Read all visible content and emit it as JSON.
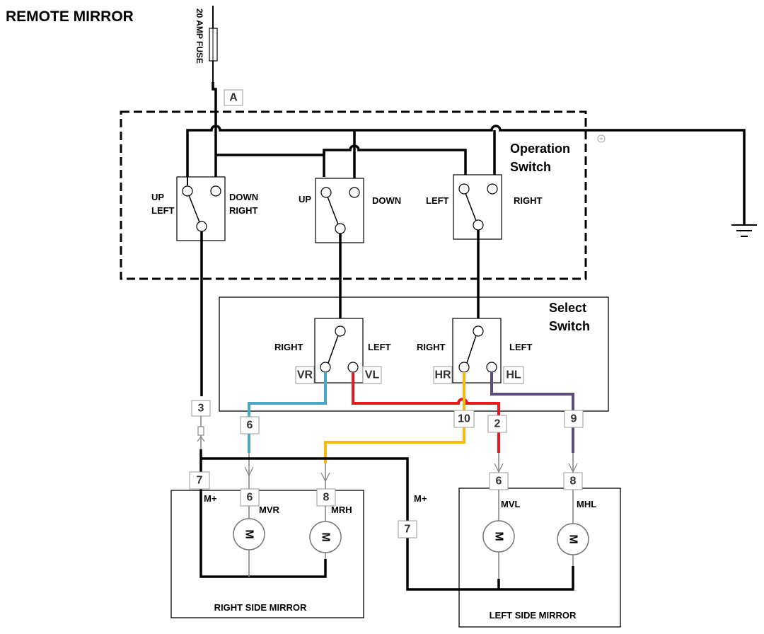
{
  "title": "REMOTE MIRROR",
  "fuse_label": "20 AMP FUSE",
  "connector_a": "A",
  "operation_switch": {
    "title_line1": "Operation",
    "title_line2": "Switch",
    "switches": [
      {
        "label_left_1": "UP",
        "label_left_2": "LEFT",
        "label_right_1": "DOWN",
        "label_right_2": "RIGHT"
      },
      {
        "label_left_1": "UP",
        "label_right_1": "DOWN"
      },
      {
        "label_left_1": "LEFT",
        "label_right_1": "RIGHT"
      }
    ]
  },
  "select_switch": {
    "title_line1": "Select",
    "title_line2": "Switch",
    "switches": [
      {
        "label_left": "RIGHT",
        "label_right": "LEFT",
        "term_left": "VR",
        "term_right": "VL"
      },
      {
        "label_left": "RIGHT",
        "label_right": "LEFT",
        "term_left": "HR",
        "term_right": "HL"
      }
    ]
  },
  "connectors": {
    "c3": "3",
    "c6a": "6",
    "c10": "10",
    "c2": "2",
    "c9": "9",
    "c7a": "7",
    "c6b": "6",
    "c8a": "8",
    "c7b": "7",
    "c6c": "6",
    "c8b": "8"
  },
  "right_mirror": {
    "title": "RIGHT SIDE MIRROR",
    "mplus": "M+",
    "motor_v": "MVR",
    "motor_h": "MRH",
    "motor_symbol": "M"
  },
  "left_mirror": {
    "title": "LEFT SIDE MIRROR",
    "mplus": "M+",
    "motor_v": "MVL",
    "motor_h": "MHL",
    "motor_symbol": "M"
  },
  "colors": {
    "wire_blue": "#4aa8c4",
    "wire_red": "#e8181b",
    "wire_yellow": "#f5b814",
    "wire_purple": "#5e4b7e"
  }
}
